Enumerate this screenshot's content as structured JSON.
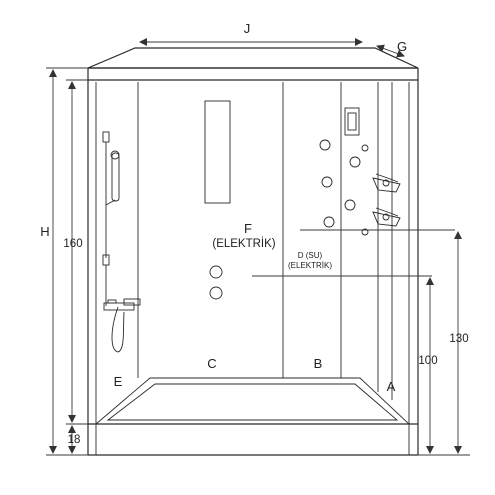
{
  "labels": {
    "J": "J",
    "G": "G",
    "H": "H",
    "A": "A",
    "B": "B",
    "C": "C",
    "E": "E",
    "F": "F",
    "F_sub": "(ELEKTRİK)",
    "D": "D (SU)",
    "D_sub": "(ELEKTRİK)"
  },
  "dimensions": {
    "h160": "160",
    "h18": "18",
    "h130": "130",
    "h100": "100"
  }
}
